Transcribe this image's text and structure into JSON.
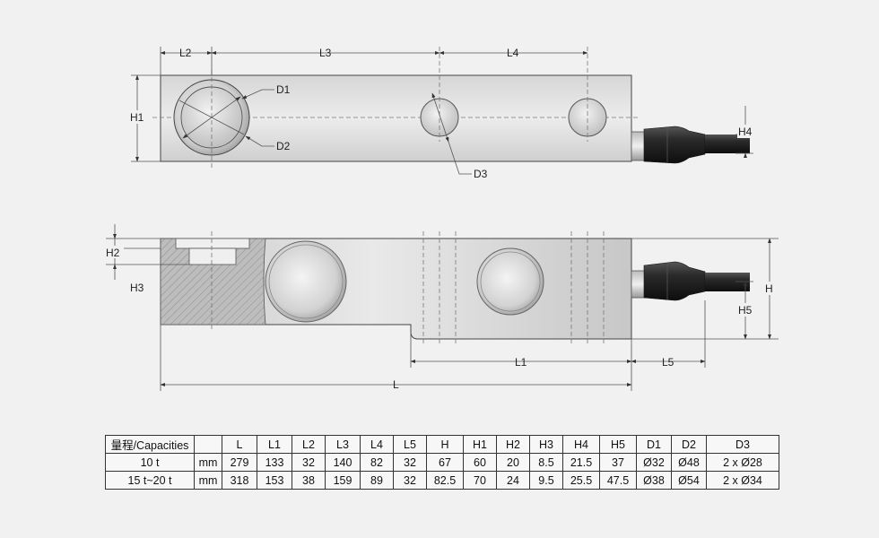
{
  "top_view": {
    "labels": {
      "L2": "L2",
      "L3": "L3",
      "L4": "L4",
      "H1": "H1",
      "H4": "H4",
      "D1": "D1",
      "D2": "D2",
      "D3": "D3"
    }
  },
  "side_view": {
    "labels": {
      "H2": "H2",
      "H3": "H3",
      "H": "H",
      "H5": "H5",
      "L1": "L1",
      "L5": "L5",
      "L": "L"
    }
  },
  "spec_table": {
    "headers": [
      "量程/Capacities",
      "",
      "L",
      "L1",
      "L2",
      "L3",
      "L4",
      "L5",
      "H",
      "H1",
      "H2",
      "H3",
      "H4",
      "H5",
      "D1",
      "D2",
      "D3"
    ],
    "rows": [
      [
        "10 t",
        "mm",
        "279",
        "133",
        "32",
        "140",
        "82",
        "32",
        "67",
        "60",
        "20",
        "8.5",
        "21.5",
        "37",
        "Ø32",
        "Ø48",
        "2 x Ø28"
      ],
      [
        "15 t~20 t",
        "mm",
        "318",
        "153",
        "38",
        "159",
        "89",
        "32",
        "82.5",
        "70",
        "24",
        "9.5",
        "25.5",
        "47.5",
        "Ø38",
        "Ø54",
        "2 x Ø34"
      ]
    ]
  },
  "colors": {
    "background": "#f1f1f1",
    "metal_light": "#ececec",
    "metal_dark": "#c4c4c4",
    "cable": "#1a1a1a"
  }
}
